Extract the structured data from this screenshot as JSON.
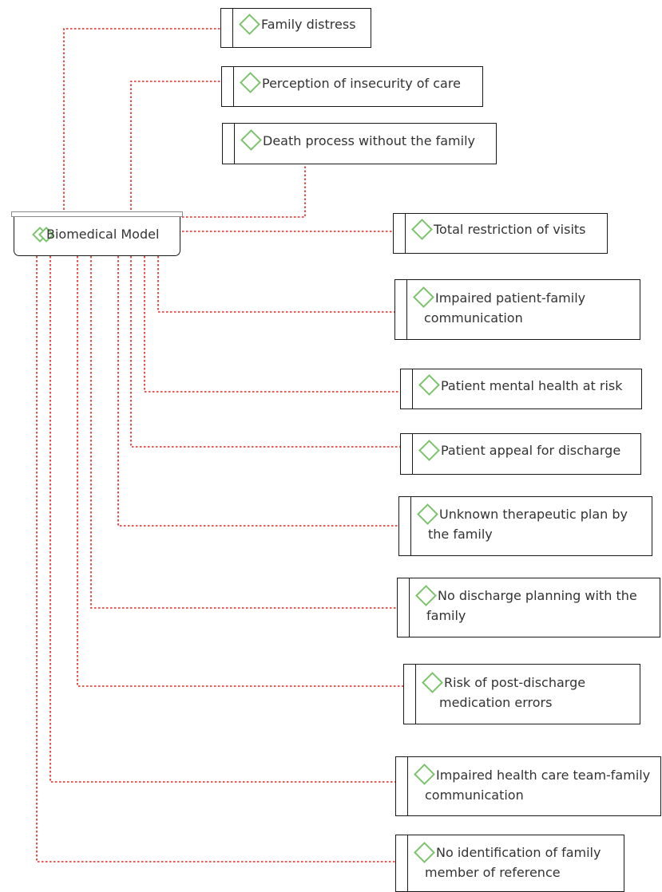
{
  "root": {
    "label": "Biomedical Model"
  },
  "nodes": [
    {
      "id": "family-distress",
      "label": "Family distress"
    },
    {
      "id": "perception-insecurity",
      "label": "Perception of insecurity of care"
    },
    {
      "id": "death-process",
      "label": "Death process without the family"
    },
    {
      "id": "total-restriction",
      "label": "Total restriction of visits"
    },
    {
      "id": "impaired-patient-family",
      "lines": [
        "Impaired patient-family",
        "communication"
      ]
    },
    {
      "id": "patient-mental-health",
      "label": "Patient mental health at risk"
    },
    {
      "id": "patient-appeal",
      "label": "Patient appeal for discharge"
    },
    {
      "id": "unknown-plan",
      "lines": [
        "Unknown therapeutic plan by",
        "the family"
      ]
    },
    {
      "id": "no-discharge-planning",
      "lines": [
        "No discharge planning with the",
        "family"
      ]
    },
    {
      "id": "risk-medication",
      "lines": [
        "Risk of post-discharge",
        "medication errors"
      ]
    },
    {
      "id": "impaired-team-family",
      "lines": [
        "Impaired health care team-family",
        "communication"
      ]
    },
    {
      "id": "no-identification",
      "lines": [
        "No identification of family",
        "member of reference"
      ]
    }
  ],
  "colors": {
    "link": "#e8221b",
    "diamond": "#7ac46a",
    "border": "#1a1a1a"
  }
}
